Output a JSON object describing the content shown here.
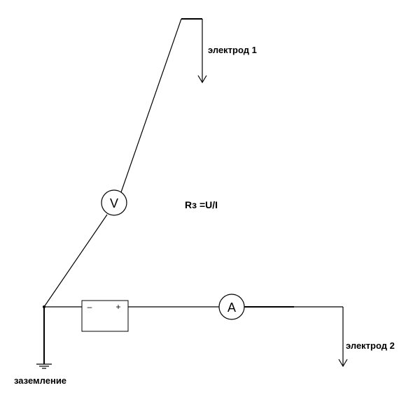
{
  "labels": {
    "electrode1": "электрод 1",
    "electrode2": "электрод 2",
    "ground": "заземление",
    "formula": "Rз =U/I"
  },
  "meters": {
    "voltmeter": "V",
    "ammeter": "A"
  },
  "battery": {
    "minus": "–",
    "plus": "+"
  }
}
